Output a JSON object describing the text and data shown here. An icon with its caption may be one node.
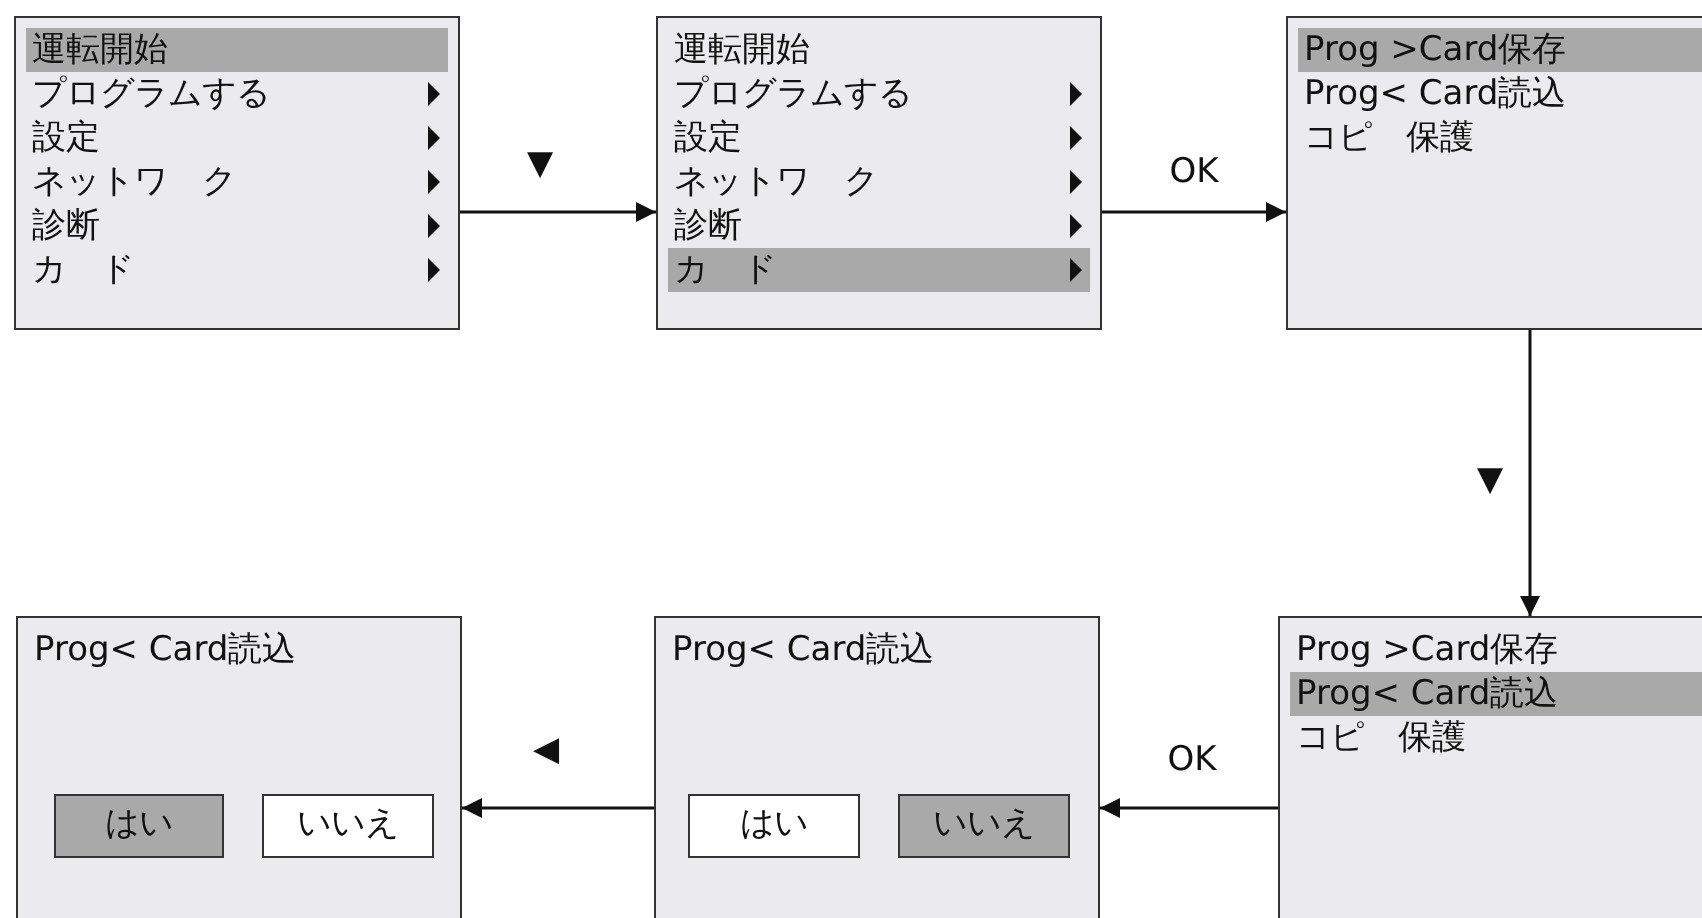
{
  "diagram": {
    "nodes": [
      {
        "text": [
          "運転開始",
          "プログラムする",
          "設定",
          "ネットワ　ク",
          "診断",
          "カ　ド"
        ]
      },
      {
        "text": [
          "運転開始",
          "プログラムする",
          "設定",
          "ネットワ　ク",
          "診断",
          "カ　ド"
        ]
      },
      {
        "text": [
          "Prog >Card保存",
          "Prog< Card読込",
          "コピ　保護"
        ]
      },
      {
        "text": [
          "Prog< Card読込"
        ]
      },
      {
        "text": [
          "はい"
        ],
        "in": 3
      },
      {
        "text": [
          "いいえ"
        ],
        "in": 3
      },
      {
        "text": [
          "Prog< Card読込"
        ]
      },
      {
        "text": [
          "はい"
        ],
        "in": 6
      },
      {
        "text": [
          "いいえ"
        ],
        "in": 6
      },
      {
        "text": [
          "Prog >Card保存",
          "Prog< Card読込",
          "コピ　保護"
        ]
      }
    ],
    "edges": [
      {
        "from": 0,
        "to": 1,
        "arrow": "to",
        "label": "▼"
      },
      {
        "from": 1,
        "to": 2,
        "arrow": "to",
        "label": "OK"
      },
      {
        "from": 2,
        "to": 9,
        "arrow": "to",
        "label": "▼"
      },
      {
        "from": 9,
        "to": 6,
        "arrow": "to",
        "label": "OK"
      },
      {
        "from": 6,
        "to": 3,
        "arrow": "to",
        "label": "◀"
      }
    ]
  }
}
